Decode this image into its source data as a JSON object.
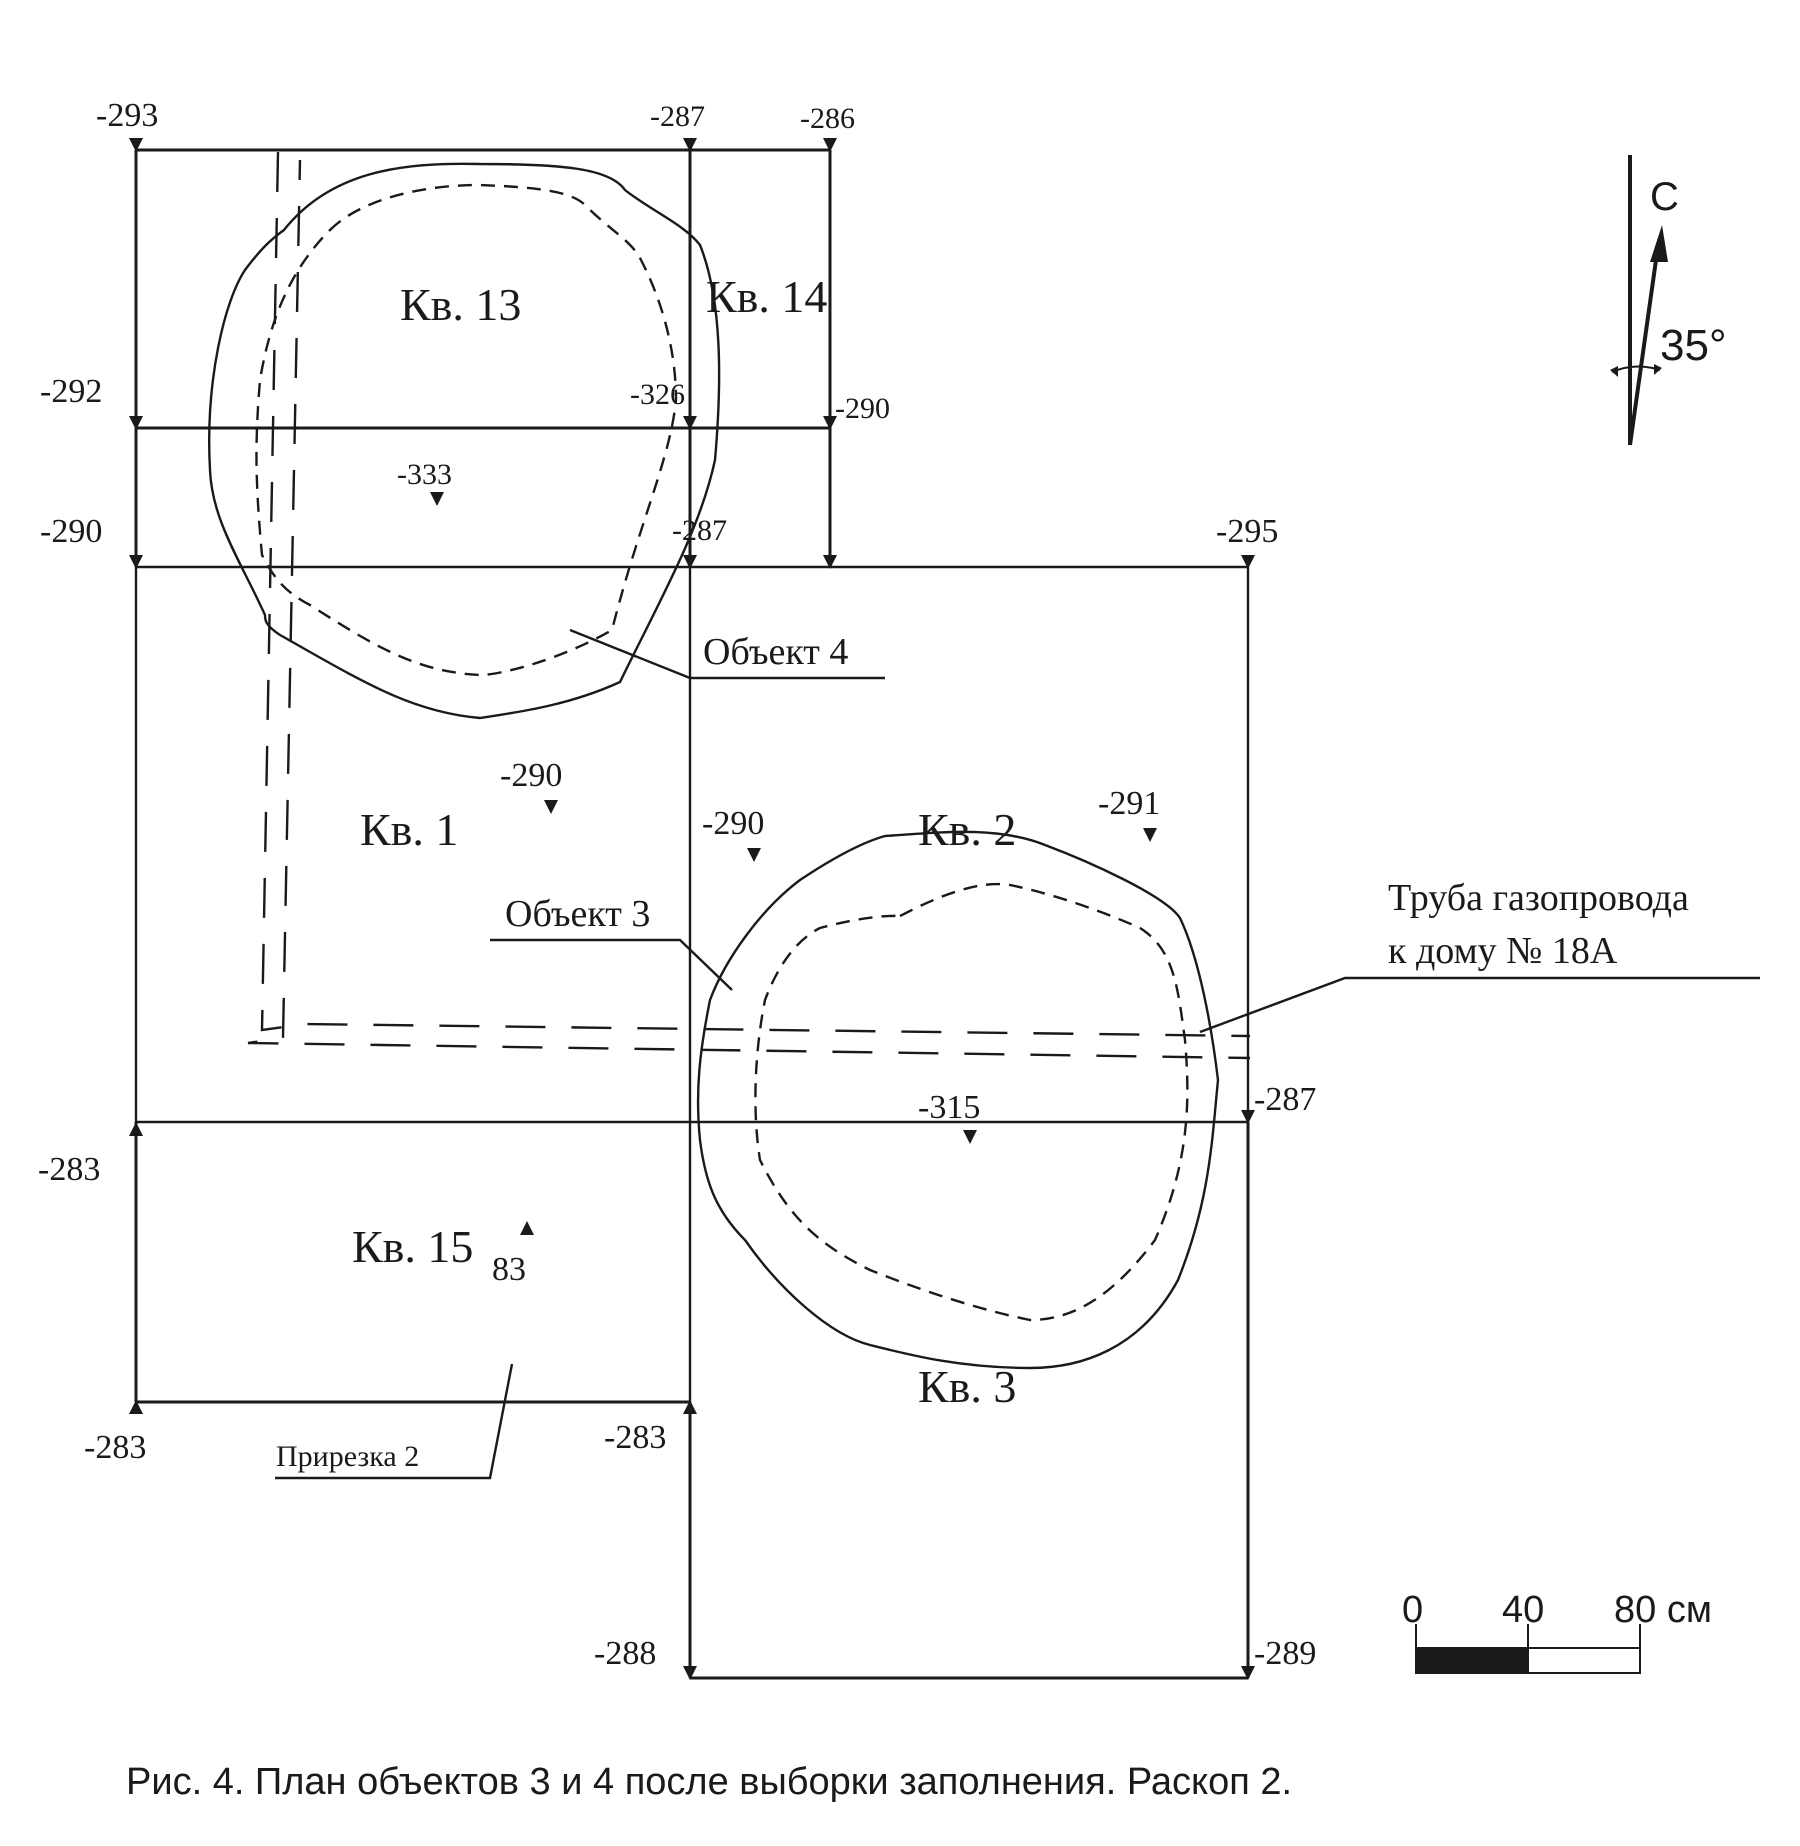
{
  "labels": {
    "kv13": "Кв. 13",
    "kv14": "Кв. 14",
    "kv1": "Кв. 1",
    "kv2": "Кв. 2",
    "kv3": "Кв. 3",
    "kv15": "Кв. 15",
    "object4": "Объект 4",
    "object3": "Объект 3",
    "pipe_line1": "Труба газопровода",
    "pipe_line2": "к дому № 18А",
    "prirezka": "Прирезка 2"
  },
  "depth_marks": {
    "m1": "-293",
    "m2": "-287",
    "m3": "-286",
    "m4": "-292",
    "m5": "-326",
    "m6": "-290",
    "m7": "-333",
    "m8": "-290",
    "m9": "-287",
    "m10": "-295",
    "m11": "-290",
    "m12": "-290",
    "m13": "-291",
    "m14": "-315",
    "m15": "-287",
    "m16": "-283",
    "m17": "83",
    "m18": "-283",
    "m19": "-283",
    "m20": "-288",
    "m21": "-289"
  },
  "north_arrow": {
    "letter": "С",
    "angle": "35°"
  },
  "scale_bar": {
    "t0": "0",
    "t40": "40",
    "t80": "80 см"
  },
  "caption": "Рис. 4. План объектов 3 и 4 после выборки заполнения. Раскоп 2."
}
